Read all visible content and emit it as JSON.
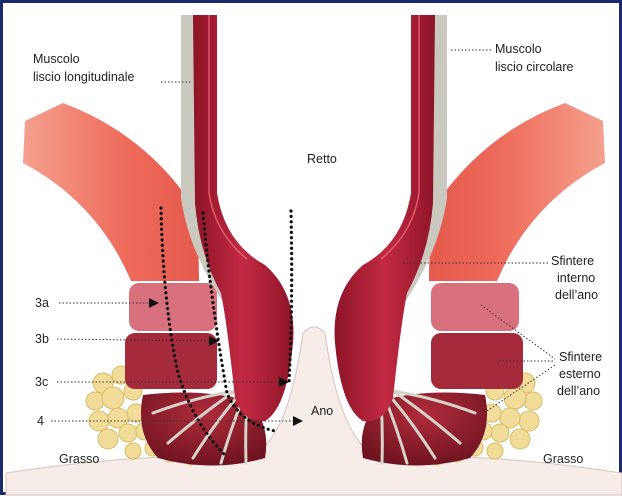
{
  "labels": {
    "longitudinal_line1": "Muscolo",
    "longitudinal_line2": "liscio longitudinale",
    "circular_line1": "Muscolo",
    "circular_line2": "liscio circolare",
    "rectum": "Retto",
    "internal_sphincter_line1": "Sfintere",
    "internal_sphincter_line2": "interno",
    "internal_sphincter_line3": "dell’ano",
    "external_sphincter_line1": "Sfintere",
    "external_sphincter_line2": "esterno",
    "external_sphincter_line3": "dell’ano",
    "anus": "Ano",
    "fat_left": "Grasso",
    "fat_right": "Grasso",
    "tag_3a": "3a",
    "tag_3b": "3b",
    "tag_3c": "3c",
    "tag_4": "4"
  },
  "colors": {
    "frame_border": "#1a2a6c",
    "rectal_wall_red": "#b8223a",
    "rectal_wall_dark": "#8e1428",
    "smooth_muscle_gray": "#c9c9c0",
    "levator_salmon": "#ee6a5a",
    "levator_highlight": "#f49a88",
    "external_sphincter_pink": "#d9707e",
    "external_sphincter_dark": "#a52a3a",
    "external_sphincter_deep": "#7d1522",
    "fat_yellow": "#f1dc9a",
    "fat_outline": "#d8bb62",
    "skin": "#f6ece8"
  }
}
